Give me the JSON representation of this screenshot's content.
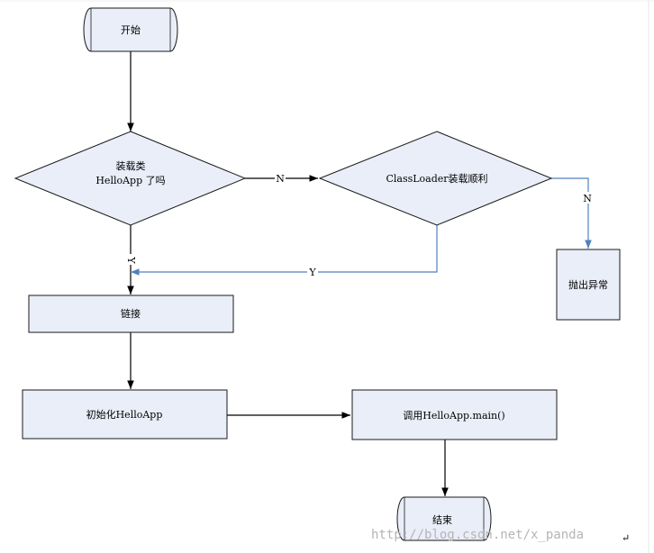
{
  "diagram": {
    "colors": {
      "node_fill": "#e9eef8",
      "node_stroke": "#1a1a1a",
      "edge_default": "#000000",
      "edge_accent": "#4f81bd",
      "watermark": "#b5b5b5"
    },
    "nodes": {
      "start": {
        "label": "开始",
        "shape": "terminator"
      },
      "decision_loaded": {
        "label_line1": "装载类",
        "label_line2": "HelloApp 了吗",
        "shape": "decision"
      },
      "decision_classloader": {
        "label": "ClassLoader装载顺利",
        "shape": "decision"
      },
      "throw_exception": {
        "label": "抛出异常",
        "shape": "process"
      },
      "link": {
        "label": "链接",
        "shape": "process"
      },
      "init": {
        "label": "初始化HelloApp",
        "shape": "process"
      },
      "call_main": {
        "label": "调用HelloApp.main()",
        "shape": "process"
      },
      "end": {
        "label": "结束",
        "shape": "terminator"
      }
    },
    "edge_labels": {
      "loaded_no": "N",
      "loaded_yes": "Y",
      "classloader_yes": "Y",
      "classloader_no": "N"
    },
    "watermark": "http://blog.csdn.net/x_panda",
    "trailing_mark": "↵"
  }
}
